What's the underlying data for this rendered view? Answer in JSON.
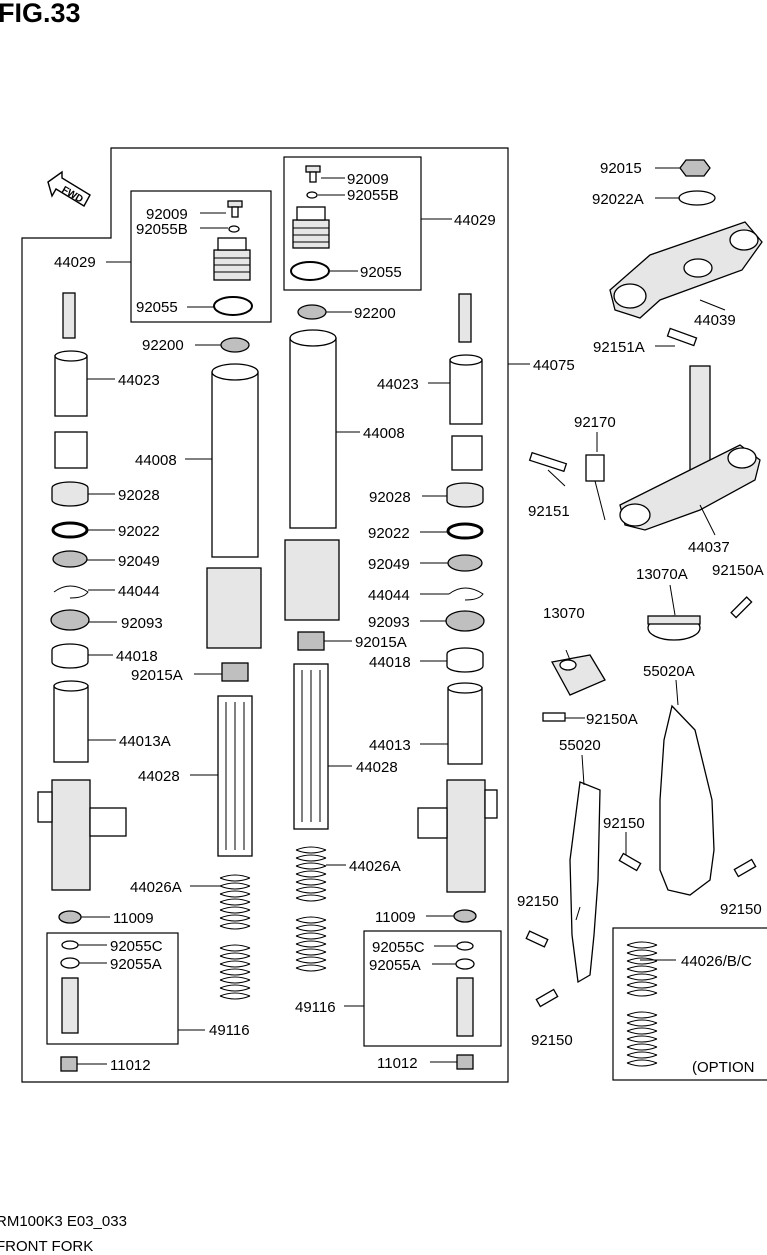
{
  "figure": {
    "title": "FIG.33",
    "direction_mark": "FWD"
  },
  "labels": {
    "l_92015": "92015",
    "l_92022A": "92022A",
    "l_44039": "44039",
    "l_92151A": "92151A",
    "l_92170": "92170",
    "l_92151": "92151",
    "l_44037": "44037",
    "l_13070A": "13070A",
    "l_92150A_top": "92150A",
    "l_13070": "13070",
    "l_55020A": "55020A",
    "l_92150A": "92150A",
    "l_55020": "55020",
    "l_92150_mid": "92150",
    "l_92150_r": "92150",
    "l_92150_l": "92150",
    "l_92150_b": "92150",
    "l_44026BC": "44026/B/C",
    "l_option": "(OPTION",
    "l_92009_a": "92009",
    "l_92055B_a": "92055B",
    "l_92055_a": "92055",
    "l_44029_a": "44029",
    "l_92009_b": "92009",
    "l_92055B_b": "92055B",
    "l_92055_b": "92055",
    "l_44029_b": "44029",
    "l_92200_a": "92200",
    "l_92200_b": "92200",
    "l_44075": "44075",
    "l_44023_a": "44023",
    "l_44023_b": "44023",
    "l_44008_a": "44008",
    "l_44008_b": "44008",
    "l_92028_a": "92028",
    "l_92028_b": "92028",
    "l_92022_a": "92022",
    "l_92022_b": "92022",
    "l_92049_a": "92049",
    "l_92049_b": "92049",
    "l_44044_a": "44044",
    "l_44044_b": "44044",
    "l_92093_a": "92093",
    "l_92093_b": "92093",
    "l_92015A_a": "92015A",
    "l_92015A_b": "92015A",
    "l_44018_a": "44018",
    "l_44018_b": "44018",
    "l_44013A": "44013A",
    "l_44013": "44013",
    "l_44028_a": "44028",
    "l_44028_b": "44028",
    "l_44026A_a": "44026A",
    "l_44026A_b": "44026A",
    "l_11009_a": "11009",
    "l_11009_b": "11009",
    "l_92055C_a": "92055C",
    "l_92055C_b": "92055C",
    "l_92055A_a": "92055A",
    "l_92055A_b": "92055A",
    "l_49116_a": "49116",
    "l_49116_b": "49116",
    "l_11012_a": "11012",
    "l_11012_b": "11012"
  },
  "footer": {
    "code": "RM100K3 E03_033",
    "name": "FRONT FORK"
  }
}
